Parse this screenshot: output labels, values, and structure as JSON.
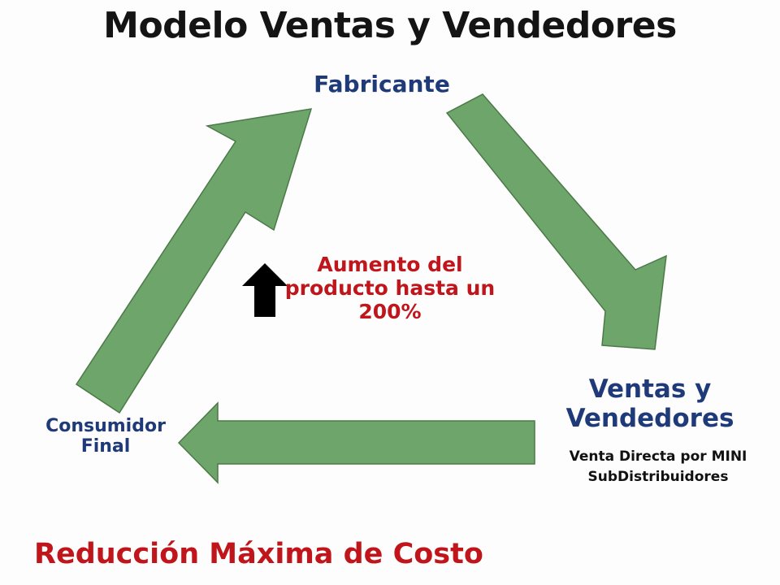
{
  "title": "Modelo Ventas y Vendedores",
  "nodes": {
    "top": "Fabricante",
    "right": "Ventas y Vendedores",
    "right_sub": "Venta Directa por MINI SubDistribuidores",
    "left": "Consumidor Final"
  },
  "center_note": "Aumento del producto hasta un 200%",
  "footer": "Reducción Máxima de Costo",
  "colors": {
    "arrow_fill": "#6ea56a",
    "arrow_stroke": "#4b7a48",
    "node_text": "#1f3a78",
    "emphasis_text": "#c0151b",
    "title_text": "#141414"
  },
  "icons": [
    "black-up-arrow-icon"
  ]
}
